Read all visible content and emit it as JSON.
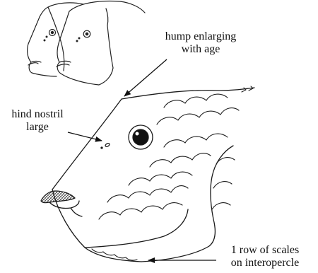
{
  "labels": {
    "hump": [
      "hump enlarging",
      "with age"
    ],
    "nostril": [
      "hind nostril",
      "large"
    ],
    "scales": [
      "1 row of scales",
      "on interopercle"
    ]
  }
}
